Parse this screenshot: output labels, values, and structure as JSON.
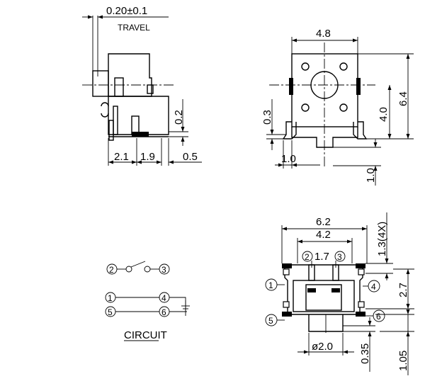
{
  "side_view": {
    "travel_value": "0.20±0.1",
    "travel_label": "TRAVEL",
    "dim_a": "2.1",
    "dim_b": "1.9",
    "dim_c": "0.5",
    "dim_h": "0.2"
  },
  "top_view": {
    "width": "4.8",
    "height": "6.4",
    "center_h": "4.0",
    "lead_h": "0.3",
    "lead_w": "1.0",
    "lead_l": "1.0"
  },
  "circuit": {
    "title": "CIRCUIT",
    "n1": "1",
    "n2": "2",
    "n3": "3",
    "n4": "4",
    "n5": "5",
    "n6": "6"
  },
  "footprint": {
    "outer_w": "6.2",
    "inner_w": "4.2",
    "pin_pitch": "1.7",
    "pad_size": "1.3(4X)",
    "pad_pitch": "2.7",
    "hole_dia": "ø2.0",
    "d1": "0.35",
    "d2": "1.05",
    "p1": "1",
    "p2": "2",
    "p3": "3",
    "p4": "4",
    "p5": "5",
    "p6": "6"
  }
}
